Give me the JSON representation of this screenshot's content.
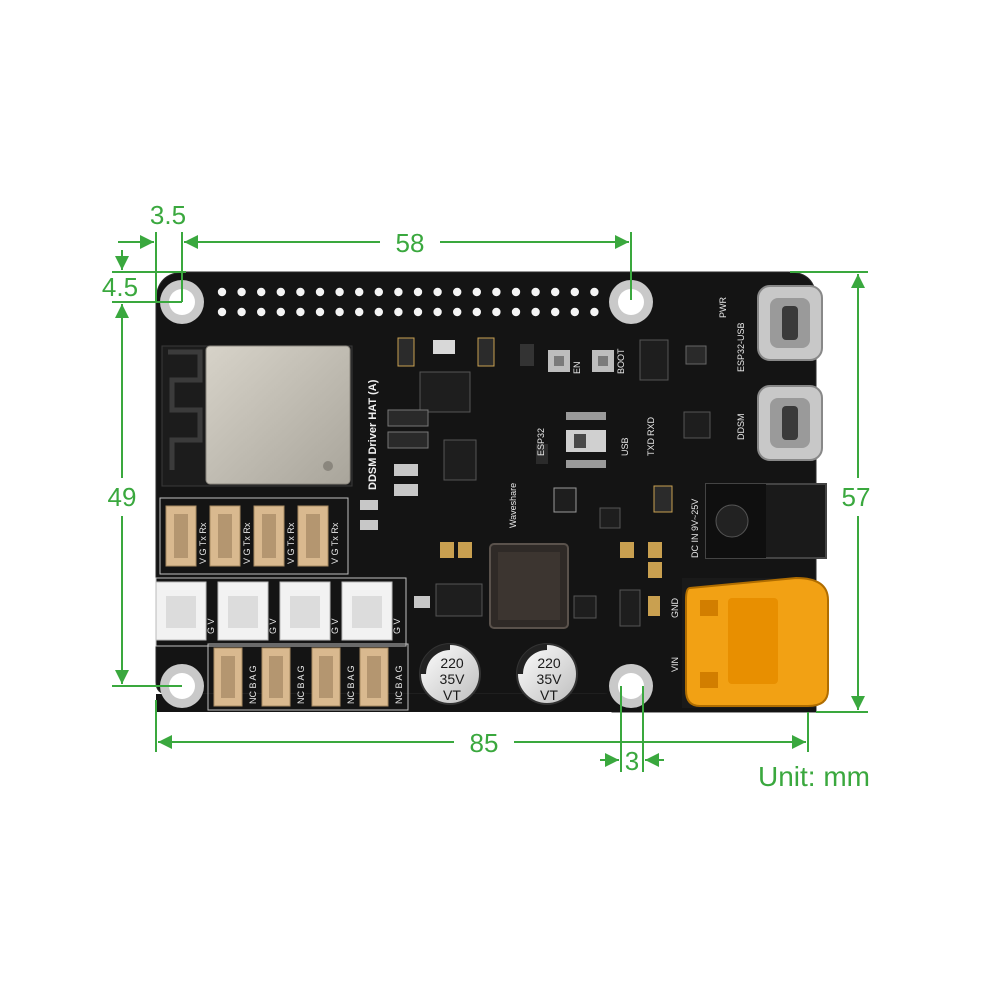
{
  "dimensions": {
    "d_3_5": "3.5",
    "d_58": "58",
    "d_4_5": "4.5",
    "d_49": "49",
    "d_57": "57",
    "d_85": "85",
    "d_3": "3",
    "unit": "Unit: mm"
  },
  "silkscreen": {
    "board_name": "DDSM Driver HAT (A)",
    "pwr": "PWR",
    "esp32_usb": "ESP32-USB",
    "en": "EN",
    "boot": "BOOT",
    "rxd": "RXD",
    "txd": "TXD",
    "usb": "USB",
    "esp32": "ESP32",
    "ddsm": "DDSM",
    "dc_in": "DC IN 9V~25V",
    "gnd": "GND",
    "vin": "VIN",
    "waveshare": "Waveshare",
    "uart_pins": "V G Tx Rx",
    "servo_pins": "G V",
    "rs485_pins": "NC B A G"
  },
  "capacitors": [
    {
      "line1": "220",
      "line2": "35V",
      "line3": "VT"
    },
    {
      "line1": "220",
      "line2": "35V",
      "line3": "VT"
    }
  ],
  "colors": {
    "dimension_green": "#3aa83e",
    "board_black": "#121212",
    "connector_white": "#f2f2f2",
    "jst_beige": "#d9b98f",
    "xt60_yellow": "#f2a114"
  }
}
